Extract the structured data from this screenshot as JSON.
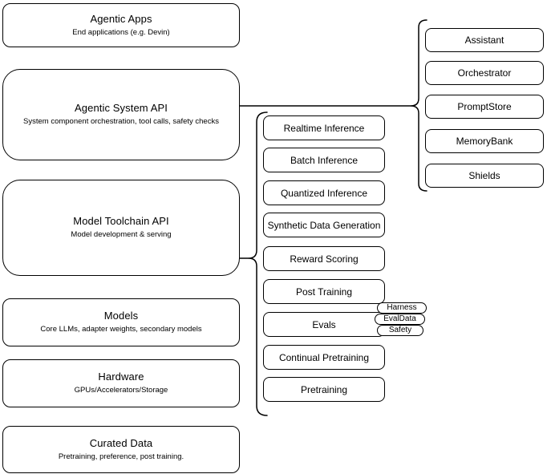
{
  "diagram": {
    "left_boxes": [
      {
        "title": "Agentic Apps",
        "subtitle": "End applications (e.g. Devin)"
      },
      {
        "title": "Agentic System API",
        "subtitle": "System component orchestration, tool calls, safety checks"
      },
      {
        "title": "Model Toolchain API",
        "subtitle": "Model development & serving"
      },
      {
        "title": "Models",
        "subtitle": "Core LLMs, adapter weights, secondary models"
      },
      {
        "title": "Hardware",
        "subtitle": "GPUs/Accelerators/Storage"
      },
      {
        "title": "Curated Data",
        "subtitle": "Pretraining, preference, post training."
      }
    ],
    "toolchain_items": [
      "Realtime Inference",
      "Batch Inference",
      "Quantized Inference",
      "Synthetic Data Generation",
      "Reward Scoring",
      "Post Training",
      "Evals",
      "Continual Pretraining",
      "Pretraining"
    ],
    "eval_tags": [
      "Harness",
      "EvalData",
      "Safety"
    ],
    "system_components": [
      "Assistant",
      "Orchestrator",
      "PromptStore",
      "MemoryBank",
      "Shields"
    ],
    "colors": {
      "stroke": "#000000",
      "fill": "#ffffff",
      "text": "#000000"
    }
  }
}
